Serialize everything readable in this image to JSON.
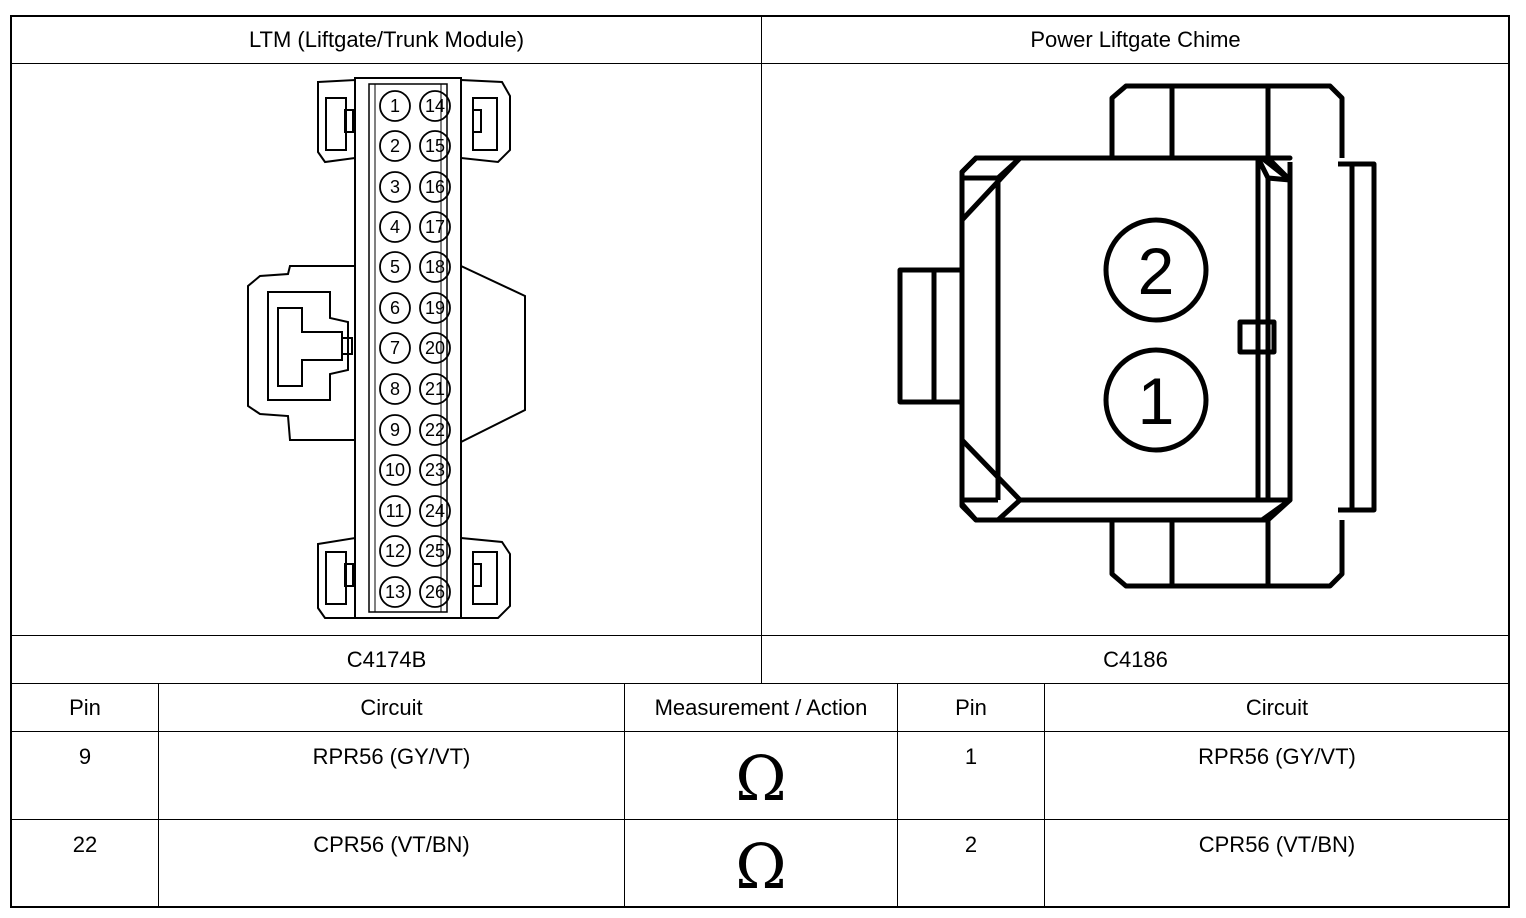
{
  "headers": {
    "left": "LTM (Liftgate/Trunk Module)",
    "right": "Power Liftgate Chime"
  },
  "connectors": {
    "left_id": "C4174B",
    "right_id": "C4186"
  },
  "ltm_pins": {
    "left_column": [
      "1",
      "2",
      "3",
      "4",
      "5",
      "6",
      "7",
      "8",
      "9",
      "10",
      "11",
      "12",
      "13"
    ],
    "right_column": [
      "14",
      "15",
      "16",
      "17",
      "18",
      "19",
      "20",
      "21",
      "22",
      "23",
      "24",
      "25",
      "26"
    ]
  },
  "chime_pins": [
    "2",
    "1"
  ],
  "table": {
    "columns": [
      "Pin",
      "Circuit",
      "Measurement / Action",
      "Pin",
      "Circuit"
    ],
    "rows": [
      {
        "pin_a": "9",
        "circuit_a": "RPR56 (GY/VT)",
        "measurement": "Ω",
        "pin_b": "1",
        "circuit_b": "RPR56 (GY/VT)"
      },
      {
        "pin_a": "22",
        "circuit_a": "CPR56 (VT/BN)",
        "measurement": "Ω",
        "pin_b": "2",
        "circuit_b": "CPR56 (VT/BN)"
      }
    ]
  }
}
